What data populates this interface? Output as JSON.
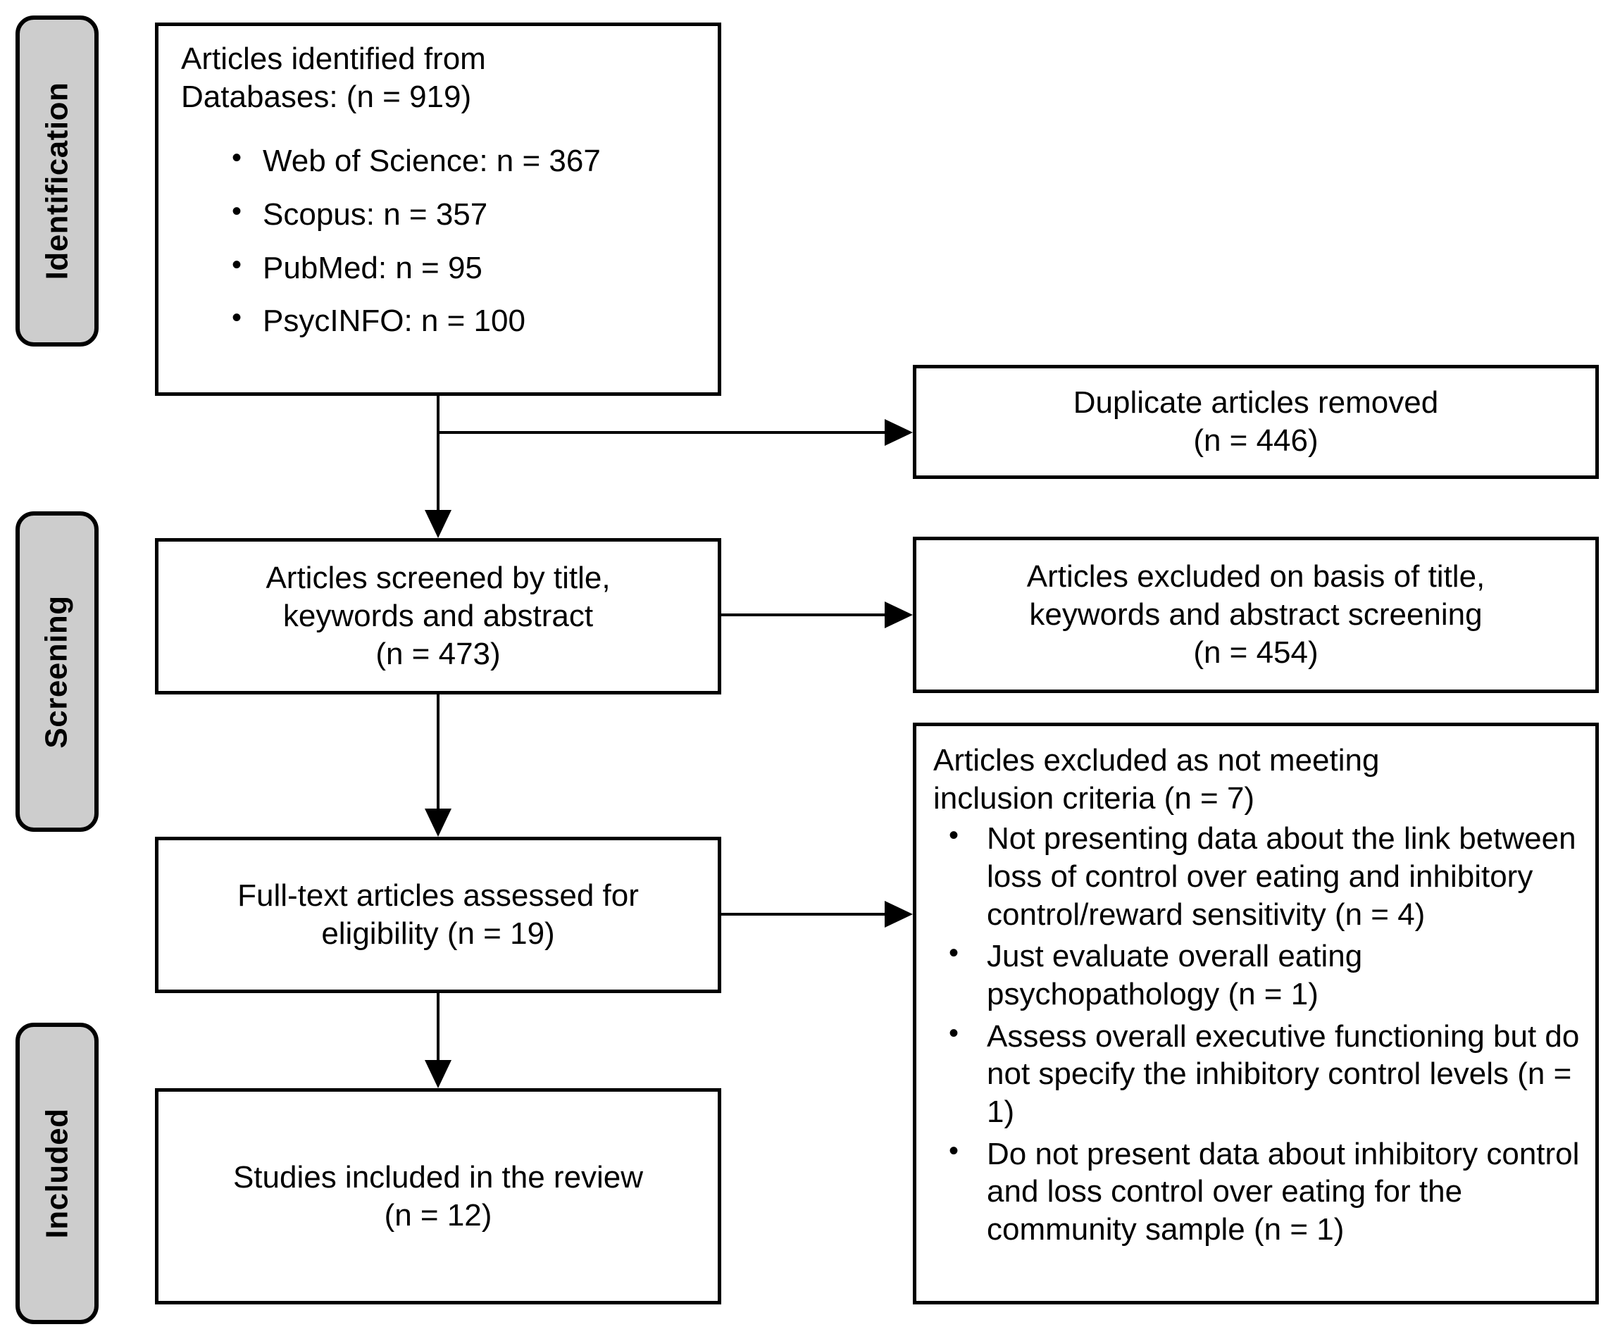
{
  "diagram": {
    "type": "prisma-flow-diagram",
    "background_color": "#ffffff",
    "stage_pill_color": "#cdcdcd",
    "line_color": "#000000"
  },
  "stages": [
    {
      "id": "identification",
      "label": "Identification"
    },
    {
      "id": "screening",
      "label": "Screening"
    },
    {
      "id": "included",
      "label": "Included"
    }
  ],
  "boxes": {
    "identified": {
      "heading": "Articles identified from\nDatabases: (n = 919)",
      "items": [
        "Web of Science: n = 367",
        "Scopus: n = 357",
        "PubMed: n = 95",
        "PsycINFO: n = 100"
      ]
    },
    "duplicates_removed": {
      "text": "Duplicate articles removed\n(n = 446)"
    },
    "screened": {
      "text": "Articles screened by title,\nkeywords and abstract\n(n = 473)"
    },
    "excluded_title": {
      "text": "Articles excluded on basis of title,\nkeywords and abstract screening\n(n = 454)"
    },
    "full_text": {
      "text": "Full-text articles assessed for\neligibility (n = 19)"
    },
    "excluded_criteria": {
      "heading": "Articles excluded as not meeting\ninclusion criteria (n = 7)",
      "items": [
        "Not presenting data about the link between loss of control over eating and inhibitory control/reward sensitivity (n = 4)",
        "Just evaluate overall eating psychopathology (n = 1)",
        "Assess overall executive functioning but do not specify the inhibitory control levels (n = 1)",
        "Do not present data about inhibitory control and loss control over eating for the community sample (n = 1)"
      ]
    },
    "included_studies": {
      "text": "Studies included in the review\n(n = 12)"
    }
  },
  "counts": {
    "identified_total": 919,
    "web_of_science": 367,
    "scopus": 357,
    "pubmed": 95,
    "psycinfo": 100,
    "duplicates_removed": 446,
    "screened": 473,
    "excluded_title_abstract": 454,
    "full_text_assessed": 19,
    "excluded_criteria_total": 7,
    "excluded_no_link_data": 4,
    "excluded_overall_psychopathology": 1,
    "excluded_overall_executive": 1,
    "excluded_community_sample": 1,
    "included_studies": 12
  }
}
